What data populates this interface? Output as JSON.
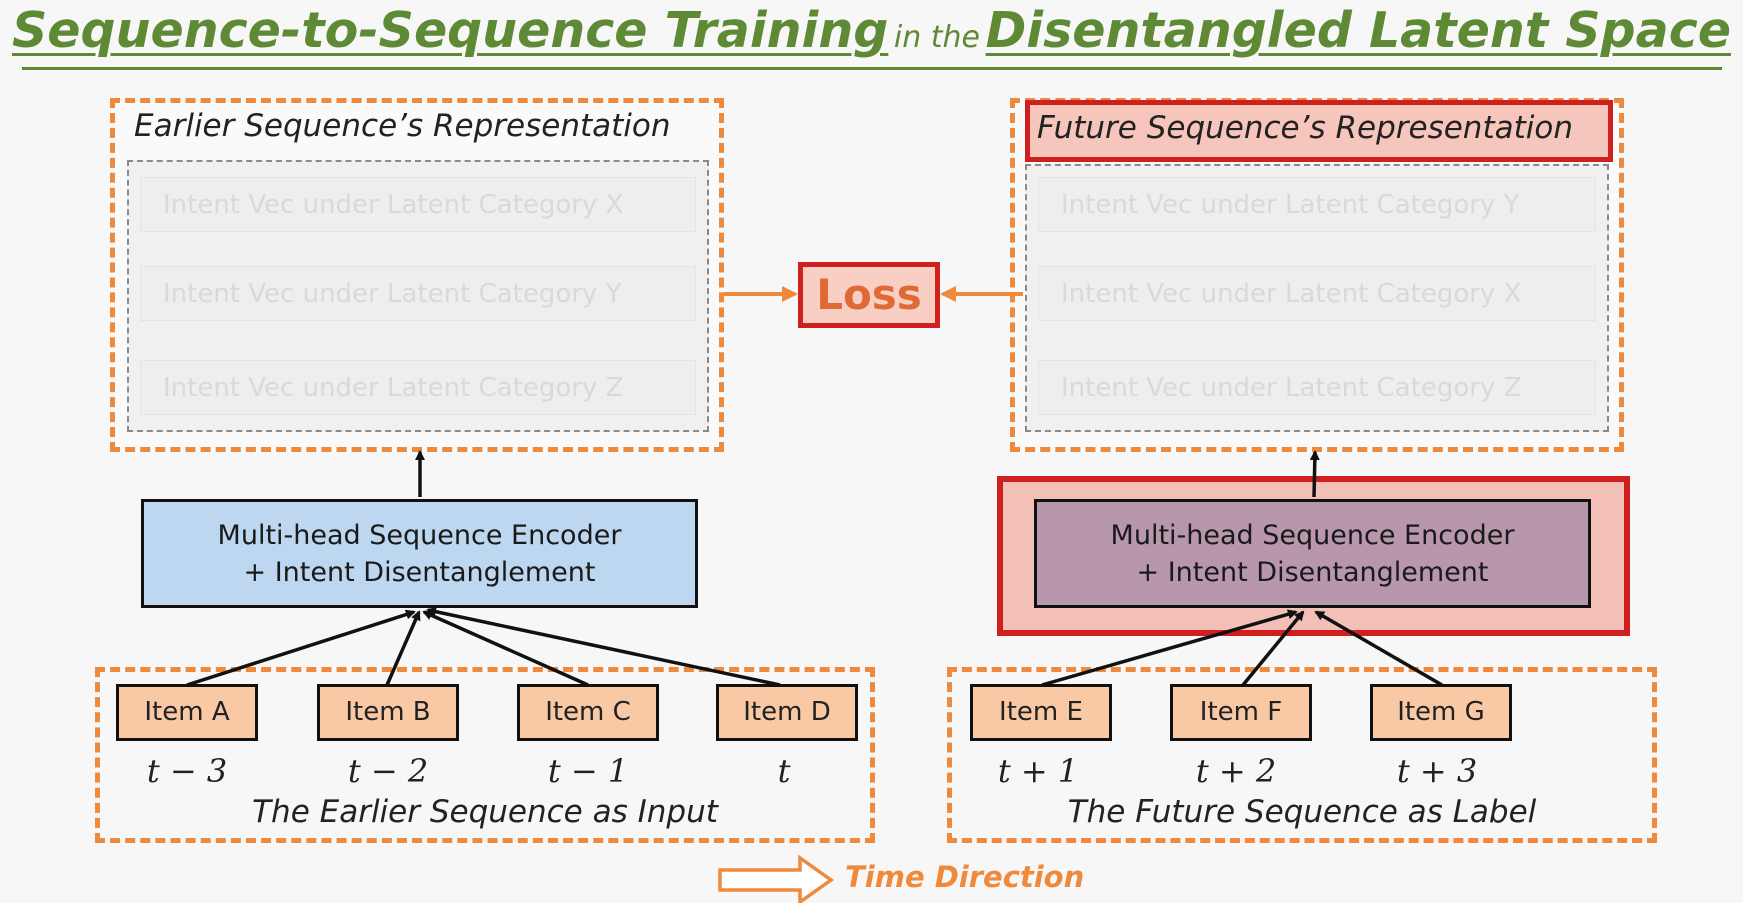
{
  "title": {
    "part1": "Sequence-to-Sequence Training",
    "part2": "in the",
    "part3": "Disentangled Latent Space"
  },
  "left_panel": {
    "header": "Earlier Sequence’s Representation",
    "rows": [
      "Intent Vec under Latent Category X",
      "Intent Vec under Latent Category Y",
      "Intent Vec under Latent Category Z"
    ]
  },
  "right_panel": {
    "header": "Future Sequence’s Representation",
    "rows": [
      "Intent Vec under Latent Category Y",
      "Intent Vec under Latent Category X",
      "Intent Vec under Latent Category Z"
    ]
  },
  "loss_label": "Loss",
  "encoder_left": {
    "line1": "Multi-head Sequence Encoder",
    "line2": "+ Intent Disentanglement"
  },
  "encoder_right": {
    "line1": "Multi-head Sequence Encoder",
    "line2": "+ Intent Disentanglement"
  },
  "earlier_items": [
    {
      "label": "Item A",
      "time": "t − 3"
    },
    {
      "label": "Item B",
      "time": "t − 2"
    },
    {
      "label": "Item C",
      "time": "t − 1"
    },
    {
      "label": "Item D",
      "time": "t"
    }
  ],
  "future_items": [
    {
      "label": "Item E",
      "time": "t + 1"
    },
    {
      "label": "Item F",
      "time": "t + 2"
    },
    {
      "label": "Item G",
      "time": "t + 3"
    }
  ],
  "earlier_caption": "The Earlier Sequence as Input",
  "future_caption": "The Future Sequence as Label",
  "time_direction": "Time Direction",
  "colors": {
    "title_green": "#5f8a35",
    "dash_orange": "#ef8a3c",
    "highlight_red": "#cf1f1f",
    "encoder_blue": "#bcd7ef",
    "encoder_purple": "#b897ad",
    "item_peach": "#f9c9a5"
  }
}
